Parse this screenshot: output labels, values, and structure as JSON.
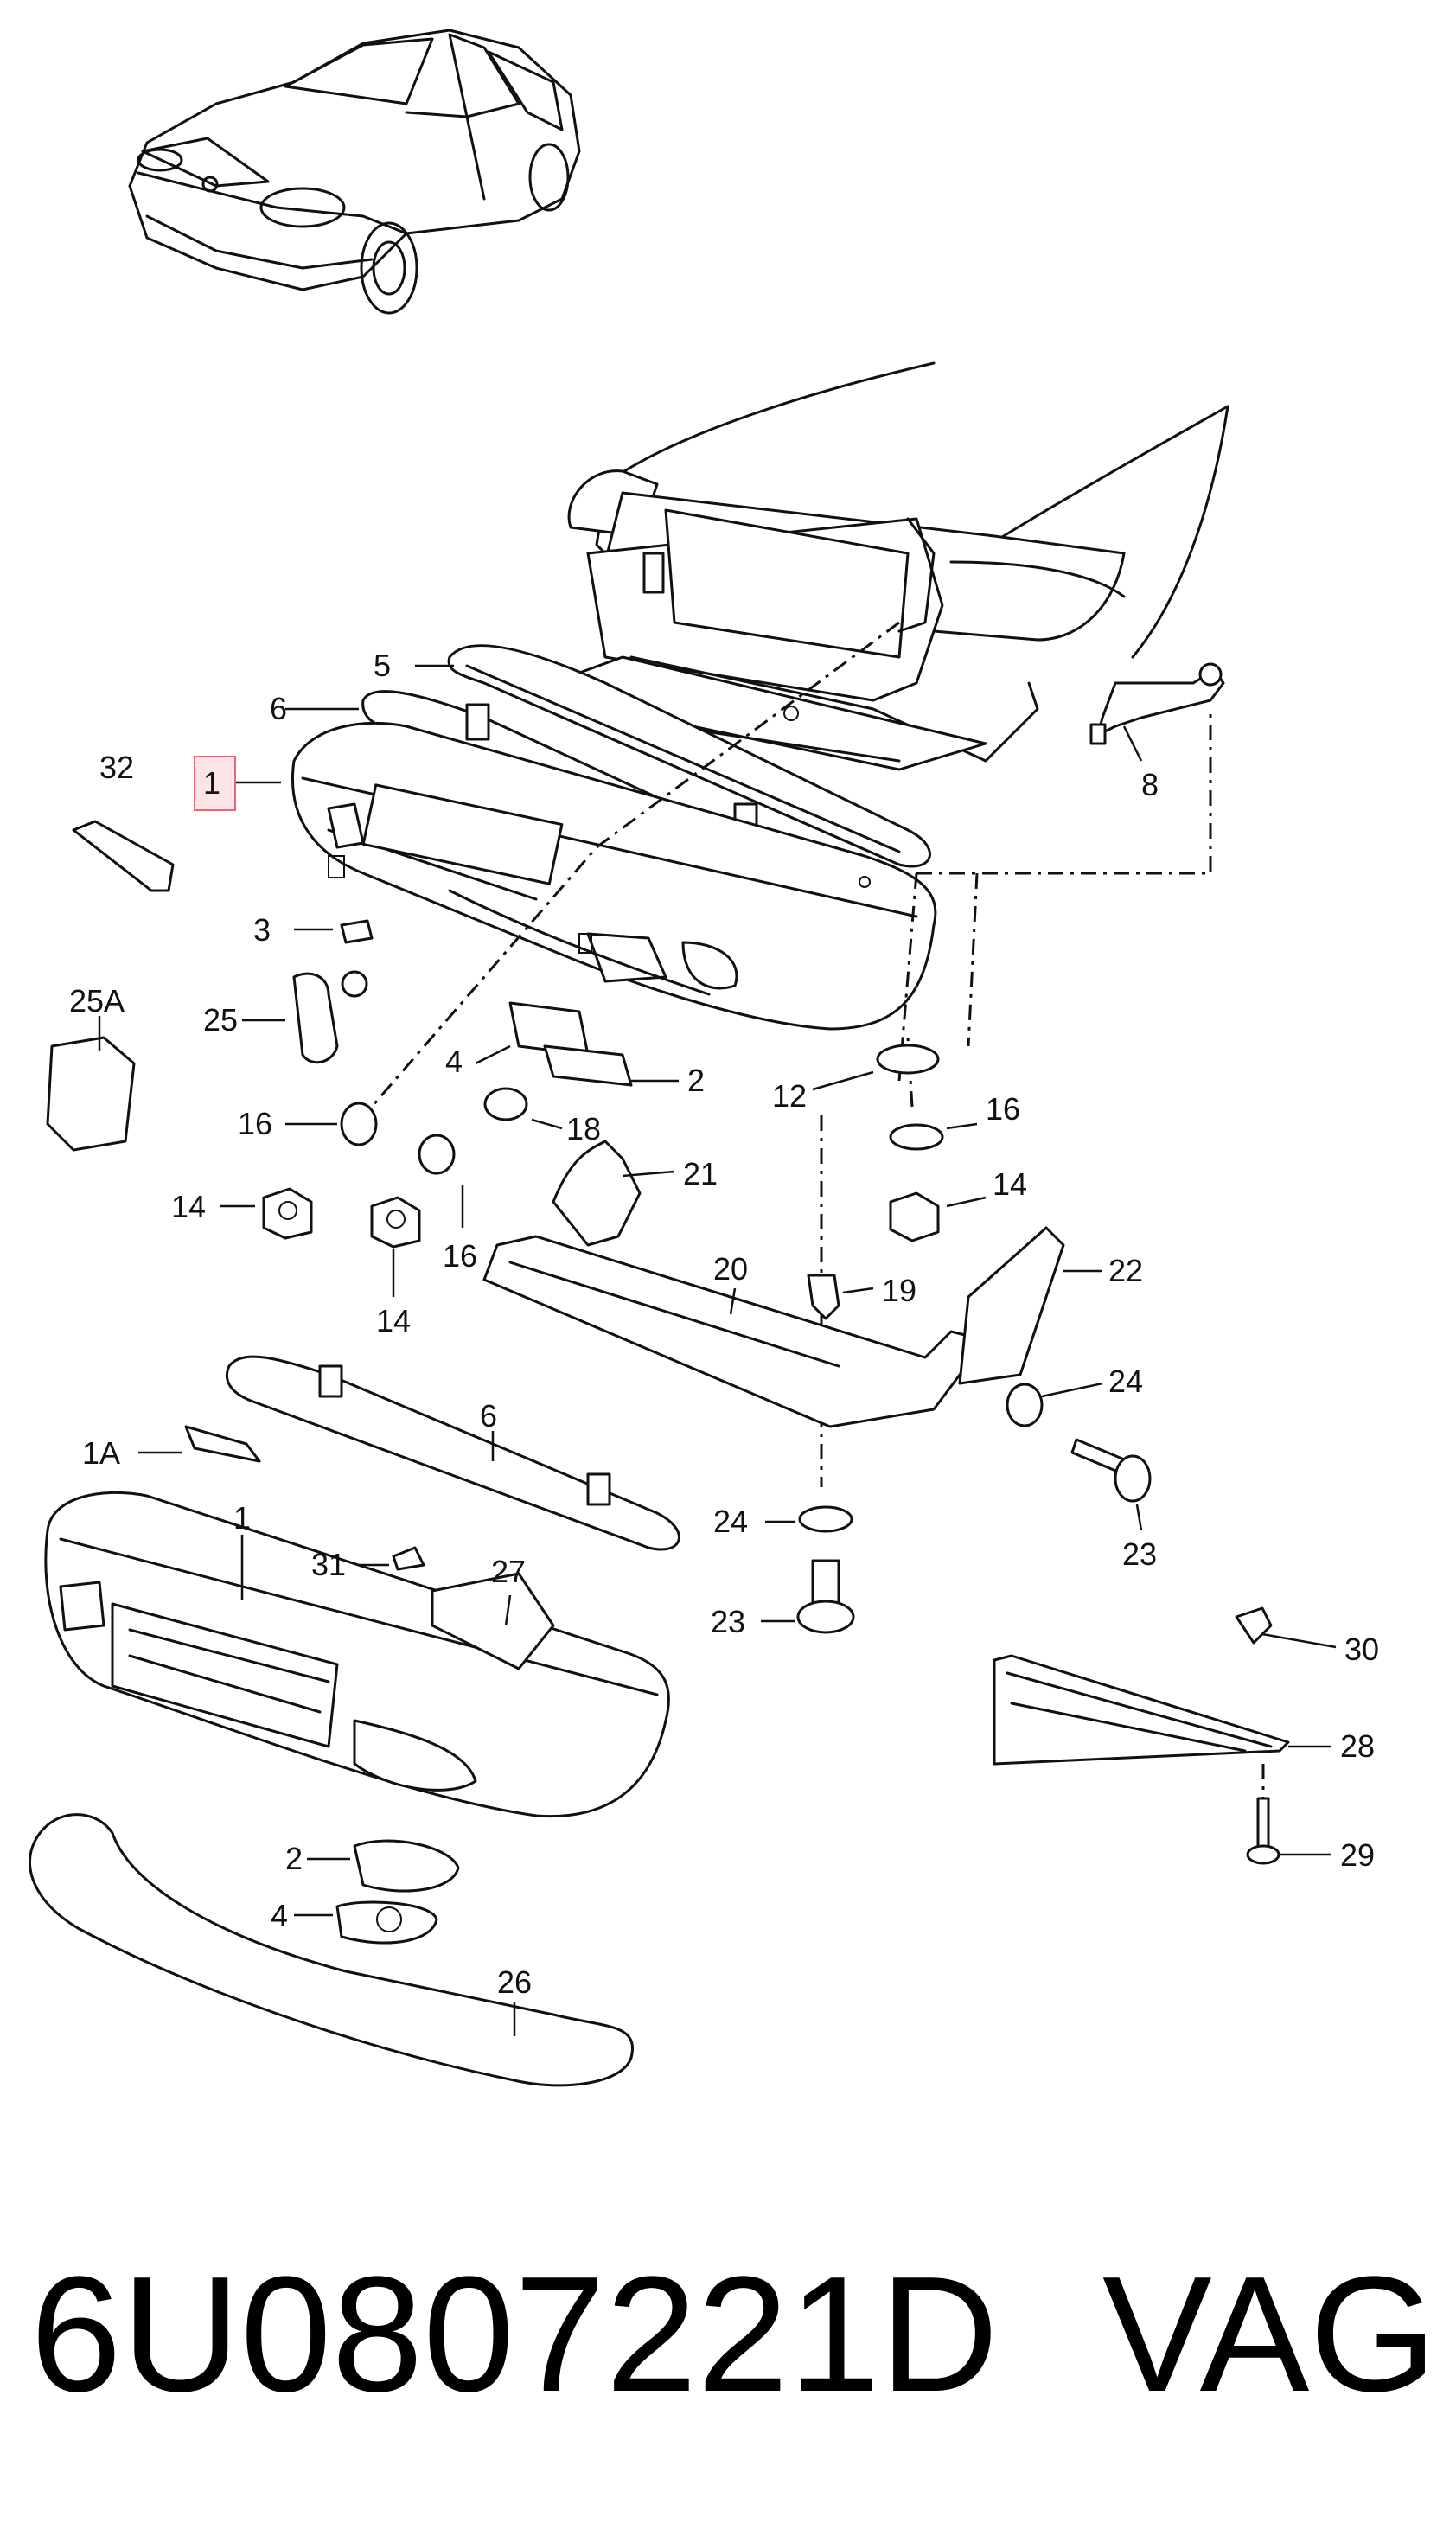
{
  "part_number": "6U0807221D",
  "brand": "VAG",
  "colors": {
    "highlight_fill": "#fde4e6",
    "highlight_stroke": "#e06a78",
    "ink": "#111111"
  },
  "callouts": {
    "c32": "32",
    "c1_top": "1",
    "c5": "5",
    "c6_top": "6",
    "c8": "8",
    "c3": "3",
    "c25A": "25A",
    "c25": "25",
    "c4_mid": "4",
    "c2_mid": "2",
    "c12": "12",
    "c16_a": "16",
    "c18": "18",
    "c16_b": "16",
    "c21": "21",
    "c14_a": "14",
    "c16_c": "16",
    "c14_b": "14",
    "c14_c": "14",
    "c20": "20",
    "c19": "19",
    "c22": "22",
    "c24_a": "24",
    "c6_low": "6",
    "c1A": "1A",
    "c23_a": "23",
    "c24_b": "24",
    "c1_low": "1",
    "c31": "31",
    "c27": "27",
    "c23_b": "23",
    "c30": "30",
    "c28": "28",
    "c29": "29",
    "c2_low": "2",
    "c4_low": "4",
    "c26": "26"
  }
}
